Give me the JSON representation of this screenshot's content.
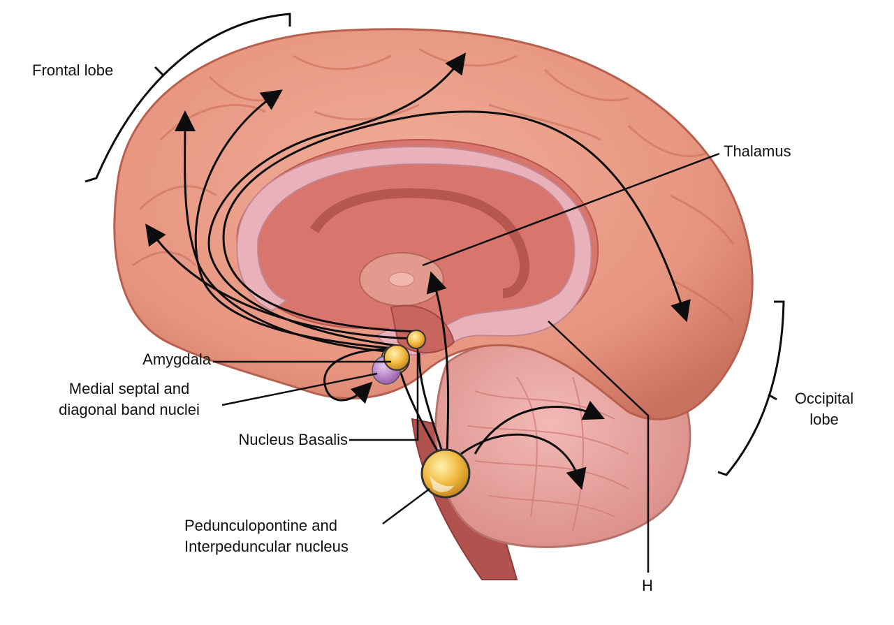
{
  "labels": {
    "frontal_lobe": "Frontal lobe",
    "thalamus": "Thalamus",
    "occipital_line1": "Occipital",
    "occipital_line2": "lobe",
    "amygdala": "Amygdala",
    "medial_line1": "Medial septal and",
    "medial_line2": "diagonal band nuclei",
    "nucleus_basalis": "Nucleus Basalis",
    "ppn_line1": "Pedunculopontine and",
    "ppn_line2": "Interpeduncular nucleus",
    "h": "H"
  },
  "colors": {
    "cortex": "#e6947f",
    "cortex_dark": "#c9705e",
    "cerebellum": "#e8a3a0",
    "corpus_callosum": "#e9b2bb",
    "inner": "#d8756c",
    "nucleus_gold": "#f0b840",
    "nucleus_purple": "#b47bc6",
    "pathway": "#0d0d0d"
  }
}
